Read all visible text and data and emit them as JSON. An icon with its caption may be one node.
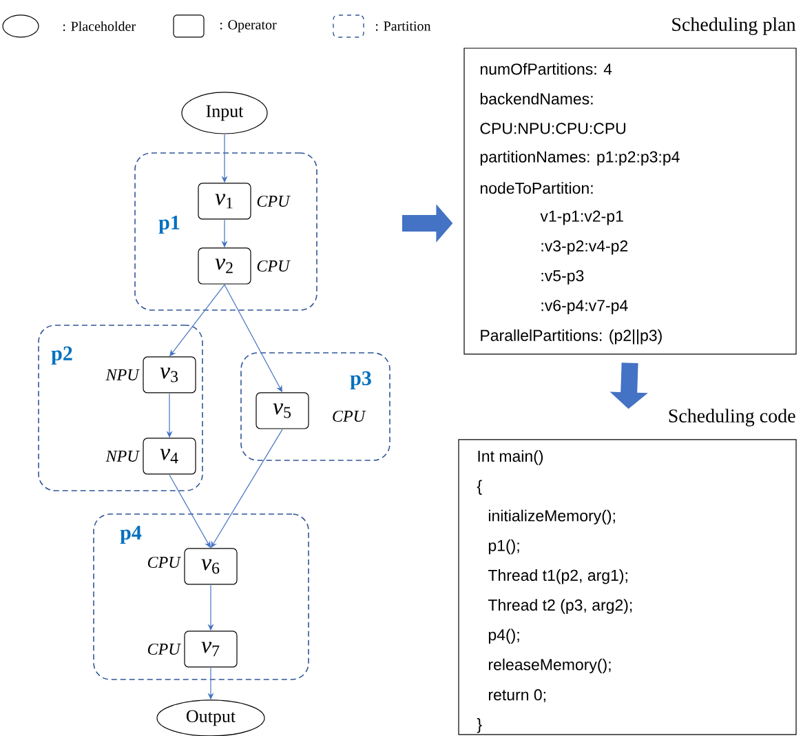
{
  "diagram": {
    "nodes": [
      {
        "text": [
          "Input"
        ]
      },
      {
        "text": [
          "p1"
        ]
      },
      {
        "text": [
          "*v*$_{1}$"
        ],
        "in": 1,
        "beside": [
          "CPU"
        ]
      },
      {
        "text": [
          "*v*$_{2}$"
        ],
        "in": 1,
        "beside": [
          "CPU"
        ]
      },
      {
        "text": [
          "p2"
        ]
      },
      {
        "text": [
          "*v*$_{3}$"
        ],
        "in": 4,
        "beside": [
          "NPU"
        ]
      },
      {
        "text": [
          "*v*$_{4}$"
        ],
        "in": 4,
        "beside": [
          "NPU"
        ]
      },
      {
        "text": [
          "p3"
        ]
      },
      {
        "text": [
          "*v*$_{5}$"
        ],
        "in": 7,
        "beside": [
          "CPU"
        ]
      },
      {
        "text": [
          "p4"
        ]
      },
      {
        "text": [
          "*v*$_{6}$"
        ],
        "in": 9,
        "beside": [
          "CPU"
        ]
      },
      {
        "text": [
          "*v*$_{7}$"
        ],
        "in": 9,
        "beside": [
          "CPU"
        ]
      },
      {
        "text": [
          "Output"
        ]
      },
      {
        "text": [
          "Scheduling plan",
          "numOfPartitions: 4",
          "backendNames:",
          "CPU:NPU:CPU:CPU",
          "partitionNames: p1:p2:p3:p4",
          "nodeToPartition:",
          "v1-p1:v2-p1",
          ":v3-p2:v4-p2",
          ":v5-p3",
          ":v6-p4:v7-p4",
          "ParallelPartitions: (p2||p3)"
        ]
      },
      {
        "text": [
          "Scheduling code",
          "Int main()",
          "{",
          "initializeMemory();",
          "p1();",
          "Thread t1(p2, arg1);",
          "Thread t2 (p3, arg2);",
          "p4();",
          "releaseMemory();",
          "return 0;",
          "}"
        ]
      }
    ],
    "edges": [
      {
        "from": 0,
        "to": 2,
        "arrow": "to"
      },
      {
        "from": 2,
        "to": 3,
        "arrow": "to"
      },
      {
        "from": 3,
        "to": 5,
        "arrow": "to"
      },
      {
        "from": 3,
        "to": 8,
        "arrow": "to"
      },
      {
        "from": 5,
        "to": 6,
        "arrow": "to"
      },
      {
        "from": 6,
        "to": 10,
        "arrow": "to"
      },
      {
        "from": 8,
        "to": 10,
        "arrow": "to"
      },
      {
        "from": 10,
        "to": 11,
        "arrow": "to"
      },
      {
        "from": 11,
        "to": 12,
        "arrow": "to"
      },
      {
        "from": null,
        "to": 13,
        "arrow": "to",
        "style": "thick"
      },
      {
        "from": 13,
        "to": 14,
        "arrow": "to",
        "style": "thick"
      }
    ],
    "legend": [
      {
        "text": ": Placeholder"
      },
      {
        "text": ": Operator"
      },
      {
        "text": ": Partition"
      }
    ]
  }
}
